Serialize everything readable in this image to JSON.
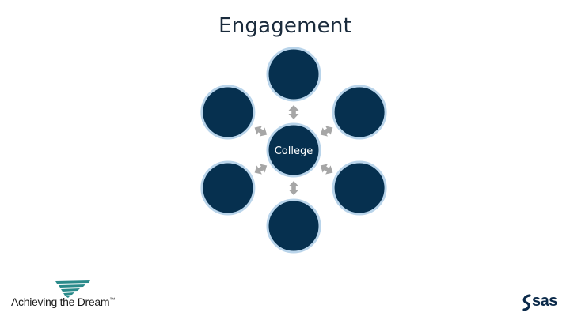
{
  "title": "Engagement",
  "center": {
    "label": "College"
  },
  "satellites": [
    {
      "label": ""
    },
    {
      "label": ""
    },
    {
      "label": ""
    },
    {
      "label": ""
    },
    {
      "label": ""
    },
    {
      "label": ""
    }
  ],
  "colors": {
    "node_fill": "#06304f",
    "node_ring": "#b9d4ea",
    "arrow": "#a6a6a6",
    "logo_teal": "#2a8a8a"
  },
  "logos": {
    "left": {
      "text": "Achieving the Dream",
      "suffix": "™"
    },
    "right": {
      "text": "sas"
    }
  }
}
